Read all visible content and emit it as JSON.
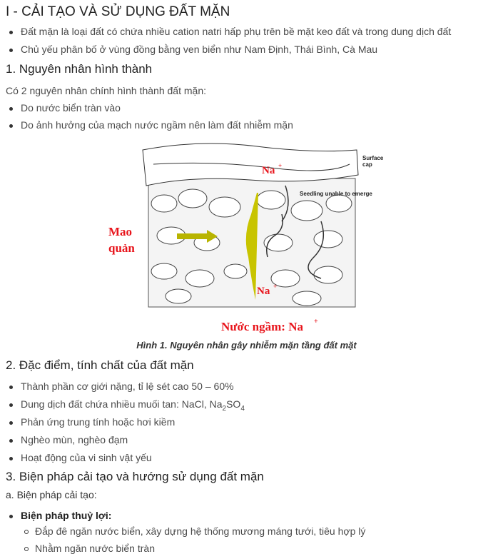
{
  "title": "I - CẢI TẠO VÀ SỬ DỤNG ĐẤT MẶN",
  "intro_bullets": [
    "Đất mặn là loại đất có chứa nhiều cation natri hấp phụ trên bề mặt keo đất và trong dung dịch đất",
    "Chủ yếu phân bố ở vùng đồng bằng ven biển như Nam Định, Thái Bình, Cà Mau"
  ],
  "section1": {
    "heading": "1. Nguyên nhân hình thành",
    "paragraph": "Có 2 nguyên nhân chính hình thành đất mặn:",
    "bullets": [
      "Do nước biển tràn vào",
      "Do ảnh hưởng của mạch nước ngầm nên làm đất nhiễm mặn"
    ]
  },
  "figure": {
    "surface_cap": [
      "Surface",
      "cap"
    ],
    "seedling": "Seedling unable to emerge",
    "na_top": "Na",
    "na_bottom": "Na",
    "plus": "+",
    "mao": "Mao",
    "quan": "quản",
    "nuoc_ngam": "Nước ngầm: Na",
    "caption": "Hình 1. Nguyên nhân gây nhiễm mặn tầng đất mặt"
  },
  "section2": {
    "heading": "2. Đặc điểm, tính chất của đất mặn",
    "bullets": [
      "Thành phần cơ giới nặng, tỉ lệ sét cao 50 – 60%",
      "Phản ứng trung tính hoặc hơi kiềm",
      "Nghèo mùn, nghèo đạm",
      "Hoạt động của vi sinh vật yếu"
    ],
    "salt_prefix": "Dung dịch đất chứa nhiều muối tan: NaCl, Na",
    "salt_sub1": "2",
    "salt_mid": "SO",
    "salt_sub2": "4"
  },
  "section3": {
    "heading": "3. Biện pháp cải tạo và hướng sử dụng đất mặn",
    "sub_heading": "a. Biện pháp cải tạo:",
    "bold_item": "Biện pháp thuỷ lợi:",
    "sub_items": [
      "Đắp đê ngăn nước biển, xây dựng hệ thống mương máng tưới, tiêu hợp lý",
      "Nhằm ngăn nước biển tràn"
    ]
  }
}
